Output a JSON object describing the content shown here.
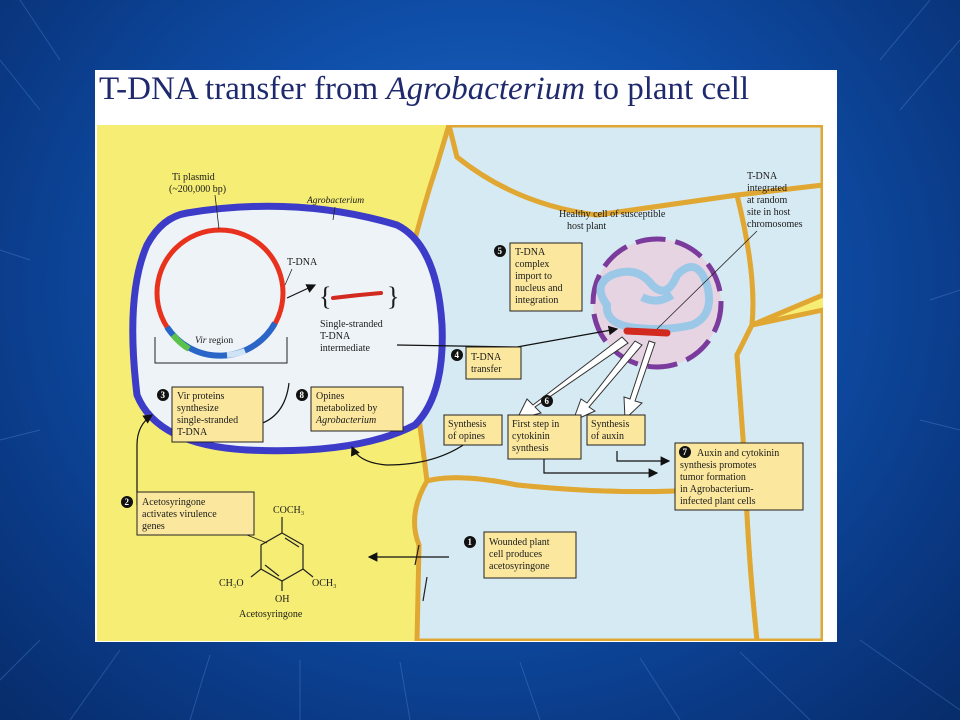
{
  "slide": {
    "title_prefix": "T-DNA transfer from ",
    "title_italic": "Agrobacterium",
    "title_suffix": " to plant cell"
  },
  "figure": {
    "ti_plasmid_line1": "Ti plasmid",
    "ti_plasmid_line2": "(~200,000 bp)",
    "agrobacterium_label": "Agrobacterium",
    "tdna_label": "T-DNA",
    "vir_region_italic": "Vir",
    "vir_region_rest": " region",
    "ss_intermediate": [
      "Single-stranded",
      "T-DNA",
      "intermediate"
    ],
    "healthy_cell": [
      "Healthy cell of susceptible",
      "host plant"
    ],
    "tdna_integrated": [
      "T-DNA",
      "integrated",
      "at random",
      "site in host",
      "chromosomes"
    ],
    "acetosyringone_label": "Acetosyringone",
    "chem_coch3": "COCH₃",
    "chem_ch3o": "CH₃O",
    "chem_och3": "OCH₃",
    "chem_oh": "OH",
    "steps": [
      {
        "num": "1",
        "lines": [
          "Wounded plant",
          "cell produces",
          "acetosyringone"
        ]
      },
      {
        "num": "2",
        "lines": [
          "Acetosyringone",
          "activates virulence",
          "genes"
        ]
      },
      {
        "num": "3",
        "lines": [
          "Vir proteins",
          "synthesize",
          "single-stranded",
          "T-DNA"
        ]
      },
      {
        "num": "4",
        "lines": [
          "T-DNA",
          "transfer"
        ]
      },
      {
        "num": "5",
        "lines": [
          "T-DNA",
          "complex",
          "import to",
          "nucleus and",
          "integration"
        ]
      },
      {
        "num": "6",
        "lines": []
      },
      {
        "num": "7",
        "lines": [
          "Auxin and cytokinin",
          "synthesis promotes",
          "tumor formation",
          "in Agrobacterium-",
          "infected plant cells"
        ]
      },
      {
        "num": "8",
        "lines": [
          "Opines",
          "metabolized by",
          "Agrobacterium"
        ]
      }
    ],
    "synthesis_opines": [
      "Synthesis",
      "of opines"
    ],
    "cytokinin_step": [
      "First step in",
      "cytokinin",
      "synthesis"
    ],
    "synthesis_auxin": [
      "Synthesis",
      "of auxin"
    ]
  },
  "colors": {
    "background_blue": "#0f4ea8",
    "figure_yellow": "#f6ee74",
    "cell_fill": "#d6eaf3",
    "cell_wall": "#e0a832",
    "bacterium_outline": "#3c3cc8",
    "plasmid_red": "#e8321e",
    "nucleus_envelope": "#7a3b9c",
    "label_box": "#fbe89e",
    "title_text": "#1f2a6e"
  }
}
